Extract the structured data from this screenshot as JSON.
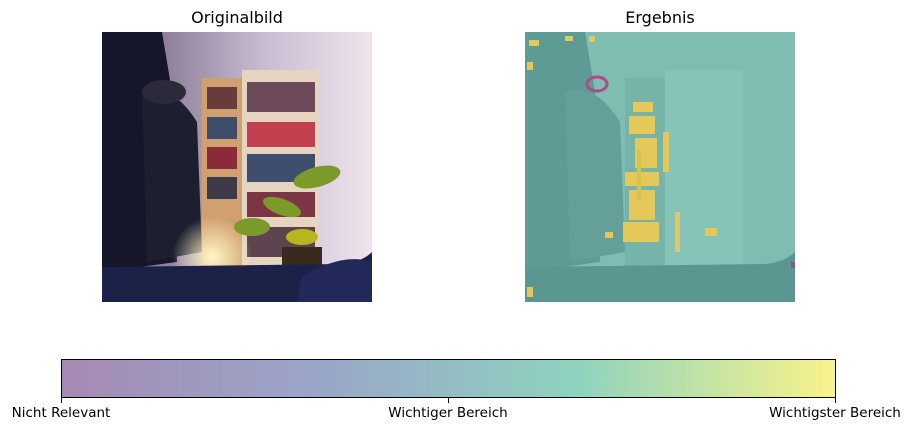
{
  "panels": {
    "left_title": "Originalbild",
    "right_title": "Ergebnis"
  },
  "colorbar": {
    "colors": [
      "#a58ab4",
      "#9aa6c8",
      "#8ed3bf",
      "#f9f38b"
    ],
    "tick_labels": [
      "Nicht Relevant",
      "Wichtiger Bereich",
      "Wichtigster Bereich"
    ]
  },
  "chart_data": [
    {
      "type": "image",
      "title": "Originalbild"
    },
    {
      "type": "heatmap",
      "title": "Ergebnis",
      "colorbar_labels": [
        "Nicht Relevant",
        "Wichtiger Bereich",
        "Wichtigster Bereich"
      ]
    }
  ]
}
